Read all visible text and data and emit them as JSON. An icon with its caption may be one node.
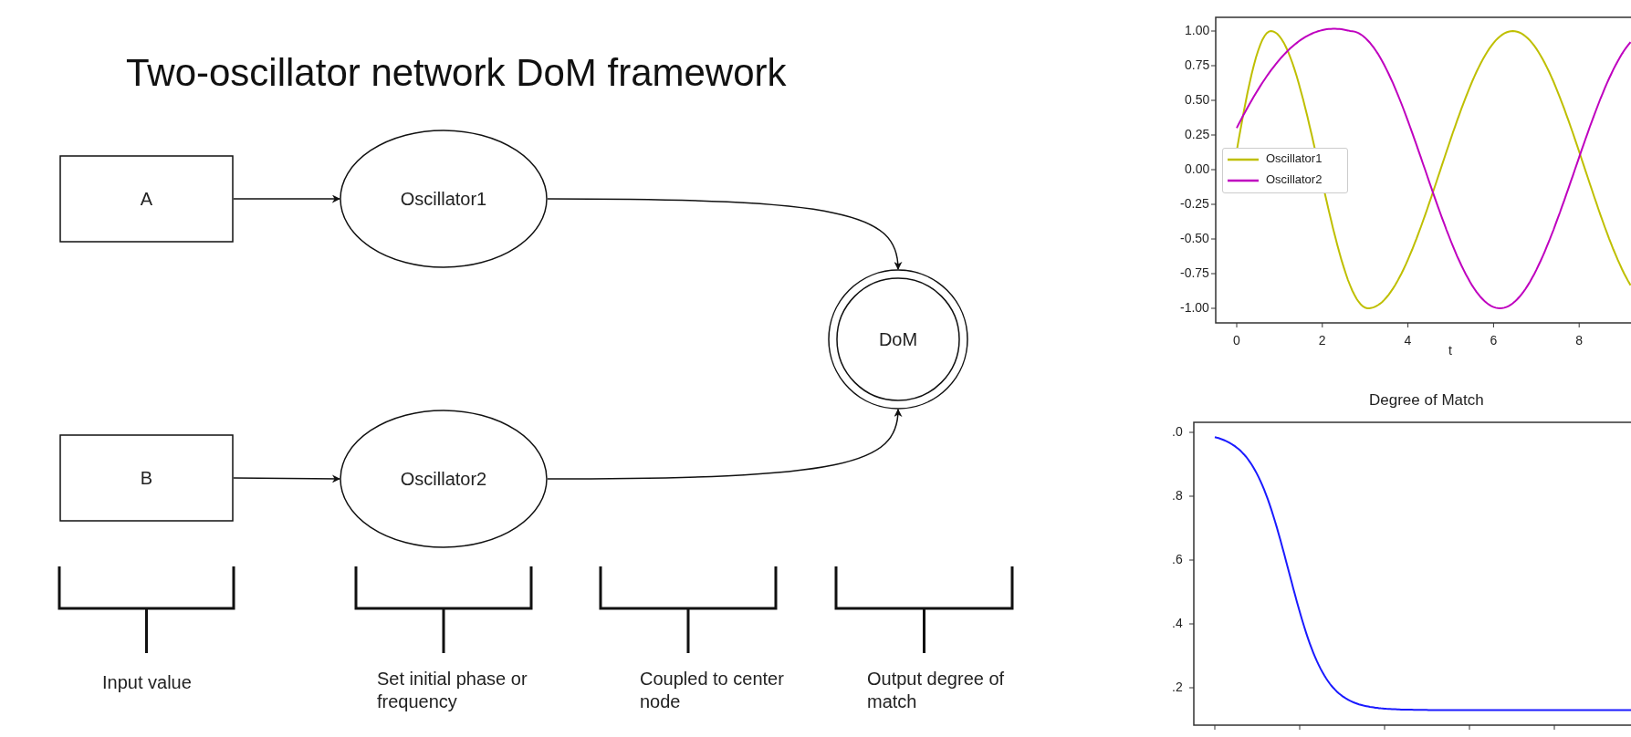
{
  "diagram": {
    "title": "Two-oscillator network DoM framework",
    "nodes": [
      {
        "text": [
          "A"
        ]
      },
      {
        "text": [
          "Oscillator1"
        ]
      },
      {
        "text": [
          "DoM"
        ]
      },
      {
        "text": [
          "B"
        ]
      },
      {
        "text": [
          "Oscillator2"
        ]
      }
    ],
    "edges": [
      {
        "from": 0,
        "to": 1,
        "arrow": "to"
      },
      {
        "from": 1,
        "to": 2,
        "arrow": "to"
      },
      {
        "from": 3,
        "to": 4,
        "arrow": "to"
      },
      {
        "from": 4,
        "to": 2,
        "arrow": "to"
      }
    ],
    "labels": [
      "Input value",
      "Set initial phase or frequency",
      "Coupled to center node",
      "Output degree of match",
      "1.00",
      "0.75",
      "0.50",
      "0.25",
      "0.00",
      "-0.25",
      "-0.50",
      "-0.75",
      "-1.00",
      "0",
      "2",
      "4",
      "6",
      "8",
      "t",
      "Degree of Match",
      ".0",
      ".8",
      ".6",
      ".4",
      ".2"
    ],
    "legend": [
      {
        "text": "Oscillator1"
      },
      {
        "text": "Oscillator2"
      }
    ]
  }
}
